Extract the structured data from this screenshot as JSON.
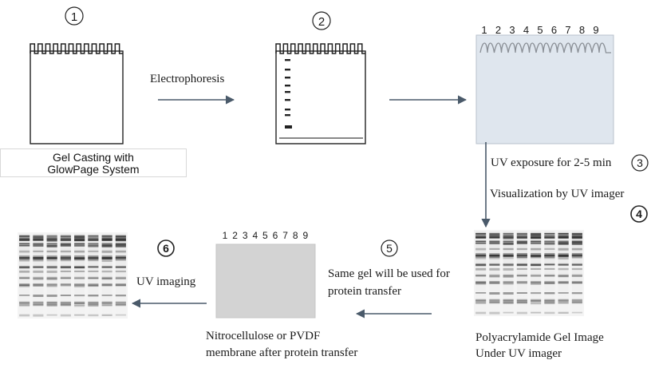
{
  "steps": {
    "step1": {
      "num": "1",
      "caption_line1": "Gel Casting with",
      "caption_line2": "GlowPage System"
    },
    "step2": {
      "num": "2",
      "arrow_label": "Electrophoresis"
    },
    "step3": {
      "num": "3",
      "label": "UV exposure for 2-5 min"
    },
    "step4": {
      "num": "4",
      "label": "Visualization by UV imager",
      "caption_line1": "Polyacrylamide Gel Image",
      "caption_line2": "Under UV imager"
    },
    "step5": {
      "num": "5",
      "label_line1": "Same gel will be used for",
      "label_line2": "protein transfer"
    },
    "step6": {
      "num": "6",
      "label": "UV imaging"
    }
  },
  "lanes_gel": [
    "1",
    "2",
    "3",
    "4",
    "5",
    "6",
    "7",
    "8",
    "9"
  ],
  "lanes_membrane": [
    "1",
    "2",
    "3",
    "4",
    "5",
    "6",
    "7",
    "8",
    "9"
  ],
  "membrane_caption": {
    "line1": "Nitrocellulose or PVDF",
    "line2": "membrane after protein transfer"
  },
  "colors": {
    "gel_blue": "#dfe6ee",
    "membrane_gray": "#d3d3d3",
    "arrow": "#4a5a6a",
    "band": "#1a1a1a"
  }
}
